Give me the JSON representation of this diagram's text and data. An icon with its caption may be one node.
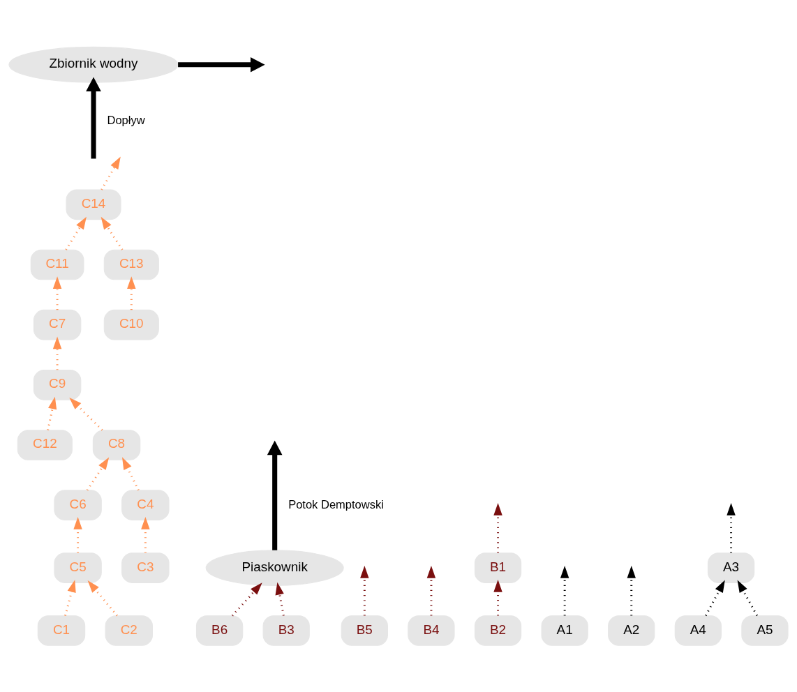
{
  "diagram": {
    "nodes": [
      {
        "text": [
          "Zbiornik wodny"
        ]
      },
      {
        "text": [
          "Piaskownik"
        ]
      },
      {
        "text": [
          "B6"
        ]
      },
      {
        "text": [
          "B5"
        ]
      },
      {
        "text": [
          "B4"
        ]
      },
      {
        "text": [
          "B1"
        ]
      },
      {
        "text": [
          "B2"
        ]
      },
      {
        "text": [
          "B3"
        ]
      },
      {
        "text": [
          "A1"
        ]
      },
      {
        "text": [
          "A2"
        ]
      },
      {
        "text": [
          "A3"
        ]
      },
      {
        "text": [
          "A4"
        ]
      },
      {
        "text": [
          "A5"
        ]
      },
      {
        "text": [
          "C14"
        ]
      },
      {
        "text": [
          "C11"
        ]
      },
      {
        "text": [
          "C13"
        ]
      },
      {
        "text": [
          "C7"
        ]
      },
      {
        "text": [
          "C10"
        ]
      },
      {
        "text": [
          "C9"
        ]
      },
      {
        "text": [
          "C12"
        ]
      },
      {
        "text": [
          "C8"
        ]
      },
      {
        "text": [
          "C6"
        ]
      },
      {
        "text": [
          "C4"
        ]
      },
      {
        "text": [
          "C5"
        ]
      },
      {
        "text": [
          "C1"
        ]
      },
      {
        "text": [
          "C3"
        ]
      },
      {
        "text": [
          "C2"
        ]
      }
    ],
    "edges": [
      {
        "from": 1,
        "to": null,
        "arrow": "to",
        "label": "Potok Demptowski",
        "style": "thick",
        "color": "#000000"
      },
      {
        "from": 0,
        "to": null,
        "arrow": "to",
        "style": "thick",
        "color": "#000000"
      },
      {
        "from": 8,
        "to": null,
        "arrow": "to",
        "style": "dashed",
        "color": "#000000"
      },
      {
        "from": 9,
        "to": null,
        "arrow": "to",
        "style": "dashed",
        "color": "#000000"
      },
      {
        "from": 10,
        "to": null,
        "arrow": "to",
        "style": "dashed",
        "color": "#000000"
      },
      {
        "from": null,
        "to": 0,
        "arrow": "to",
        "label": "Dopływ",
        "style": "thick",
        "color": "#000000"
      },
      {
        "from": 13,
        "to": null,
        "arrow": "to",
        "style": "dashed",
        "color": "#ff9050"
      },
      {
        "from": 2,
        "to": 1,
        "arrow": "to",
        "style": "dashed",
        "color": "#7a0f0f"
      },
      {
        "from": 7,
        "to": 1,
        "arrow": "to",
        "style": "dashed",
        "color": "#7a0f0f"
      },
      {
        "from": 5,
        "to": null,
        "arrow": "to",
        "style": "dashed",
        "color": "#7a0f0f"
      },
      {
        "from": 3,
        "to": null,
        "arrow": "to",
        "style": "dashed",
        "color": "#7a0f0f"
      },
      {
        "from": 4,
        "to": null,
        "arrow": "to",
        "style": "dashed",
        "color": "#7a0f0f"
      },
      {
        "from": 6,
        "to": 5,
        "arrow": "to",
        "style": "dashed",
        "color": "#7a0f0f"
      },
      {
        "from": 11,
        "to": 10,
        "arrow": "to",
        "style": "dashed",
        "color": "#000000"
      },
      {
        "from": 12,
        "to": 10,
        "arrow": "to",
        "style": "dashed",
        "color": "#000000"
      },
      {
        "from": 14,
        "to": 13,
        "arrow": "to",
        "style": "dashed",
        "color": "#ff9050"
      },
      {
        "from": 15,
        "to": 13,
        "arrow": "to",
        "style": "dashed",
        "color": "#ff9050"
      },
      {
        "from": 16,
        "to": 14,
        "arrow": "to",
        "style": "dashed",
        "color": "#ff9050"
      },
      {
        "from": 17,
        "to": 15,
        "arrow": "to",
        "style": "dashed",
        "color": "#ff9050"
      },
      {
        "from": 18,
        "to": 16,
        "arrow": "to",
        "style": "dashed",
        "color": "#ff9050"
      },
      {
        "from": 19,
        "to": 18,
        "arrow": "to",
        "style": "dashed",
        "color": "#ff9050"
      },
      {
        "from": 20,
        "to": 18,
        "arrow": "to",
        "style": "dashed",
        "color": "#ff9050"
      },
      {
        "from": 22,
        "to": 20,
        "arrow": "to",
        "style": "dashed",
        "color": "#ff9050"
      },
      {
        "from": 21,
        "to": 20,
        "arrow": "to",
        "style": "dashed",
        "color": "#ff9050"
      },
      {
        "from": 23,
        "to": 21,
        "arrow": "to",
        "style": "dashed",
        "color": "#ff9050"
      },
      {
        "from": 25,
        "to": 22,
        "arrow": "to",
        "style": "dashed",
        "color": "#ff9050"
      },
      {
        "from": 24,
        "to": 23,
        "arrow": "to",
        "style": "dashed",
        "color": "#ff9050"
      },
      {
        "from": 26,
        "to": 23,
        "arrow": "to",
        "style": "dashed",
        "color": "#ff9050"
      }
    ]
  }
}
